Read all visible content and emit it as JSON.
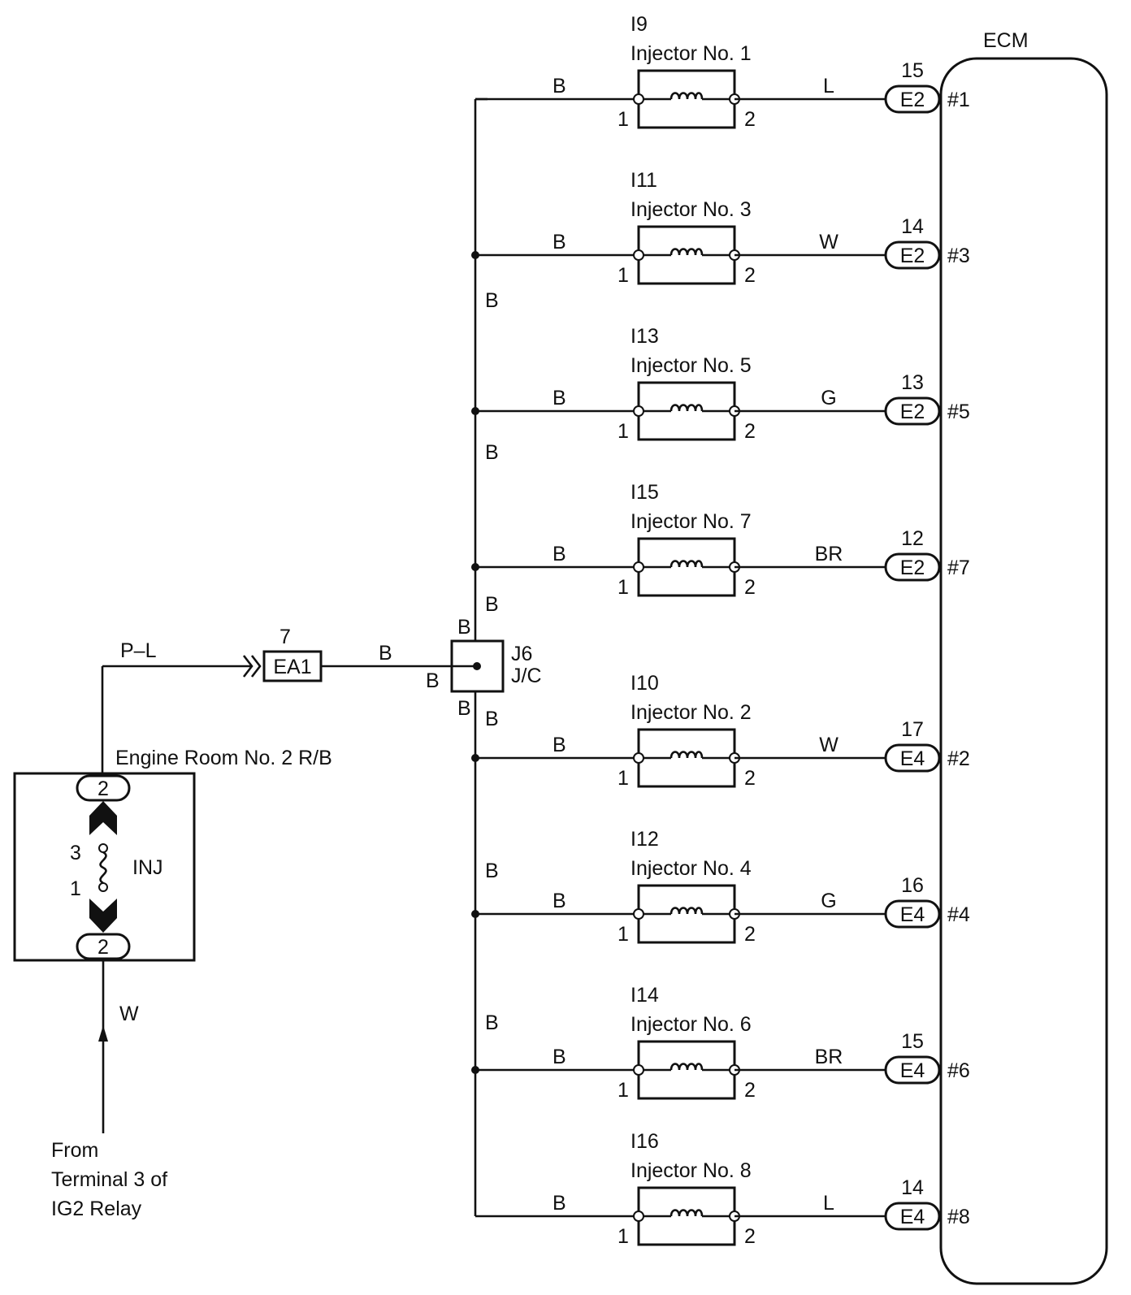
{
  "ecm": {
    "label": "ECM"
  },
  "relay_box": {
    "name": "Engine Room No. 2 R/B",
    "fuse": "INJ",
    "pin_top": "2",
    "pin_bottom": "2",
    "fuse_pin_upper": "3",
    "fuse_pin_lower": "1"
  },
  "wires": {
    "relay_to_ea1": "P–L",
    "ea1_to_jc": "B",
    "source_wire": "W"
  },
  "connector_ea1": {
    "label": "EA1",
    "pin": "7"
  },
  "junction": {
    "id": "J6",
    "type": "J/C",
    "pin_top": "B",
    "pin_left": "B",
    "pin_bottom": "B"
  },
  "bus_labels": [
    "B",
    "B",
    "B",
    "B",
    "B",
    "B"
  ],
  "source": {
    "lines": [
      "From",
      "Terminal 3 of",
      "IG2 Relay"
    ]
  },
  "injectors": [
    {
      "code": "I9",
      "name": "Injector No. 1",
      "in_wire": "B",
      "out_wire": "L",
      "pin_in": "1",
      "pin_out": "2",
      "ecm_pin": "15",
      "ecm_conn": "E2",
      "ecm_port": "#1"
    },
    {
      "code": "I11",
      "name": "Injector No. 3",
      "in_wire": "B",
      "out_wire": "W",
      "pin_in": "1",
      "pin_out": "2",
      "ecm_pin": "14",
      "ecm_conn": "E2",
      "ecm_port": "#3"
    },
    {
      "code": "I13",
      "name": "Injector No. 5",
      "in_wire": "B",
      "out_wire": "G",
      "pin_in": "1",
      "pin_out": "2",
      "ecm_pin": "13",
      "ecm_conn": "E2",
      "ecm_port": "#5"
    },
    {
      "code": "I15",
      "name": "Injector No. 7",
      "in_wire": "B",
      "out_wire": "BR",
      "pin_in": "1",
      "pin_out": "2",
      "ecm_pin": "12",
      "ecm_conn": "E2",
      "ecm_port": "#7"
    },
    {
      "code": "I10",
      "name": "Injector No. 2",
      "in_wire": "B",
      "out_wire": "W",
      "pin_in": "1",
      "pin_out": "2",
      "ecm_pin": "17",
      "ecm_conn": "E4",
      "ecm_port": "#2"
    },
    {
      "code": "I12",
      "name": "Injector No. 4",
      "in_wire": "B",
      "out_wire": "G",
      "pin_in": "1",
      "pin_out": "2",
      "ecm_pin": "16",
      "ecm_conn": "E4",
      "ecm_port": "#4"
    },
    {
      "code": "I14",
      "name": "Injector No. 6",
      "in_wire": "B",
      "out_wire": "BR",
      "pin_in": "1",
      "pin_out": "2",
      "ecm_pin": "15",
      "ecm_conn": "E4",
      "ecm_port": "#6"
    },
    {
      "code": "I16",
      "name": "Injector No. 8",
      "in_wire": "B",
      "out_wire": "L",
      "pin_in": "1",
      "pin_out": "2",
      "ecm_pin": "14",
      "ecm_conn": "E4",
      "ecm_port": "#8"
    }
  ]
}
